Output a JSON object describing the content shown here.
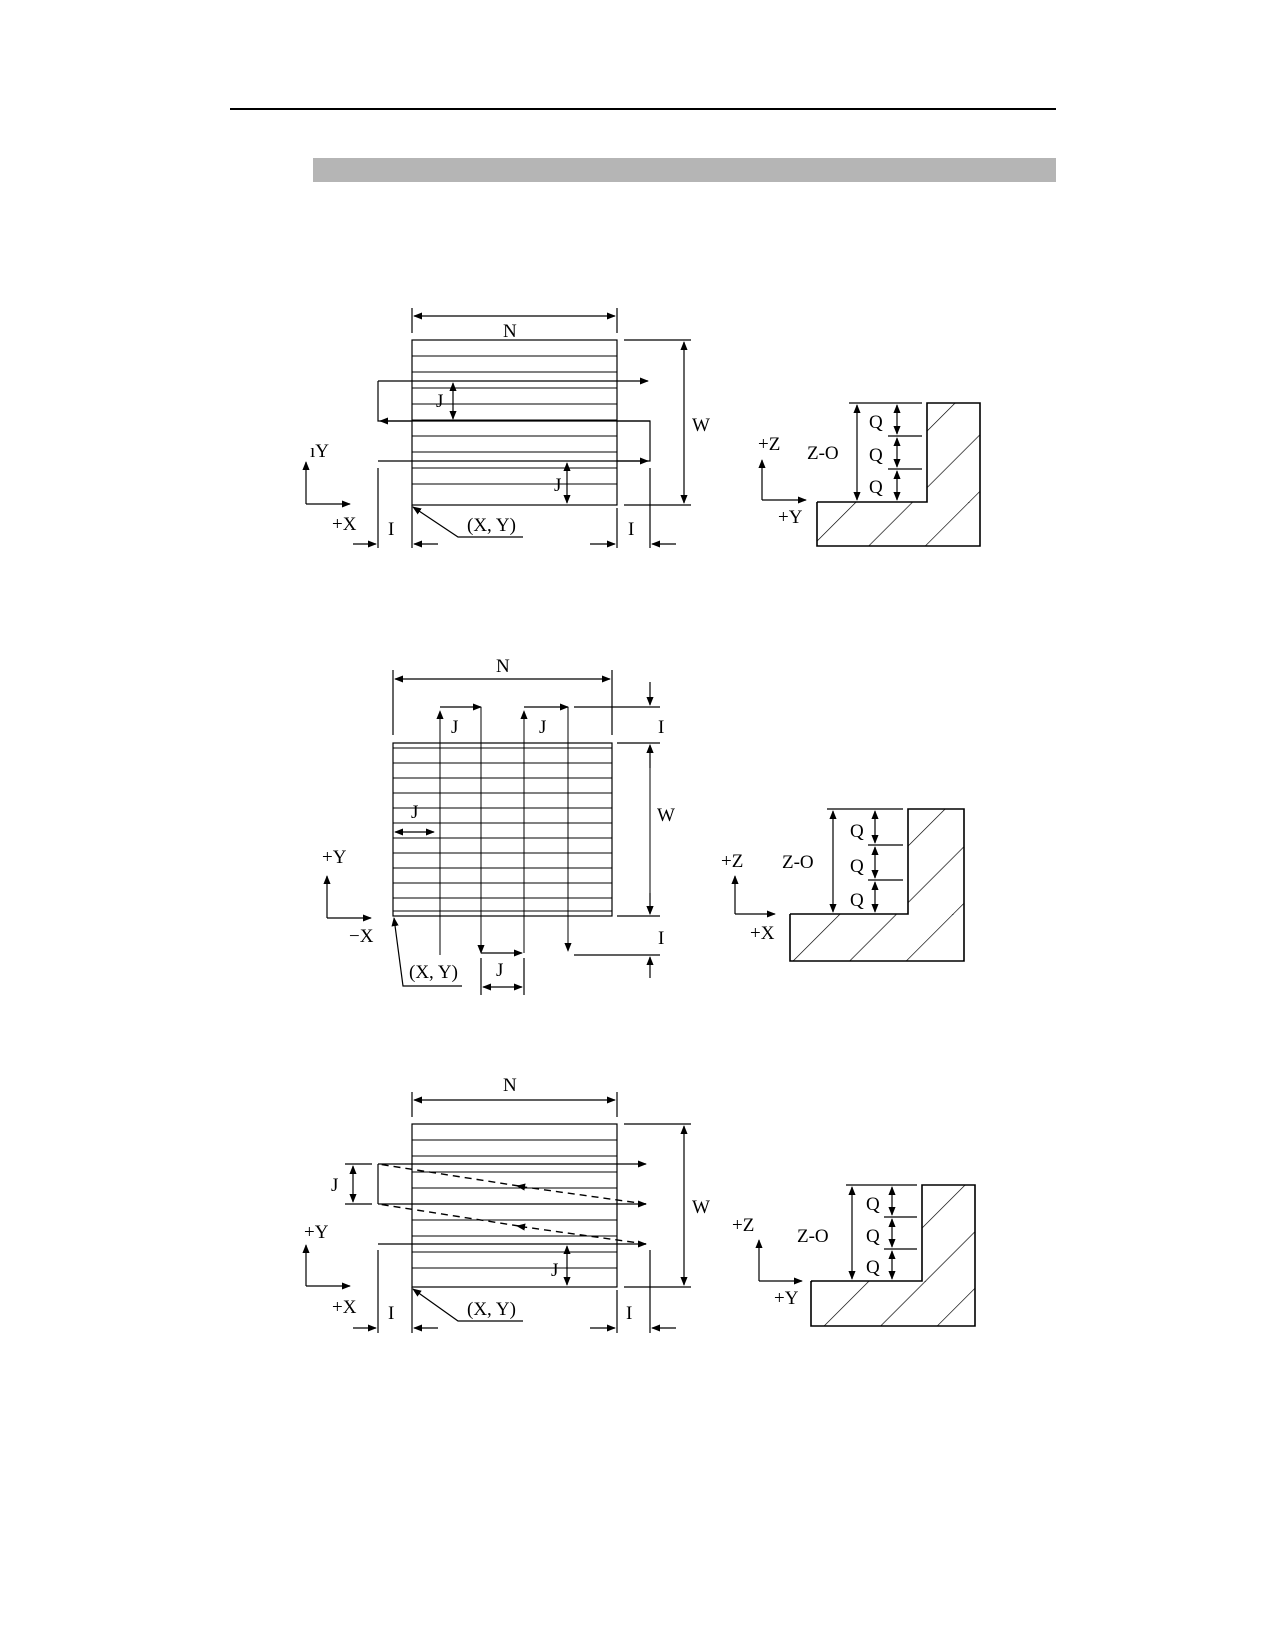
{
  "labels": {
    "N": "N",
    "W": "W",
    "I": "I",
    "J": "J",
    "Q": "Q",
    "XY": "(X, Y)",
    "ZO": "Z-O",
    "plusX": "+X",
    "minusX": "−X",
    "plusY": "+Y",
    "plusY_clipped": "ıY",
    "plusZ": "+Z"
  }
}
